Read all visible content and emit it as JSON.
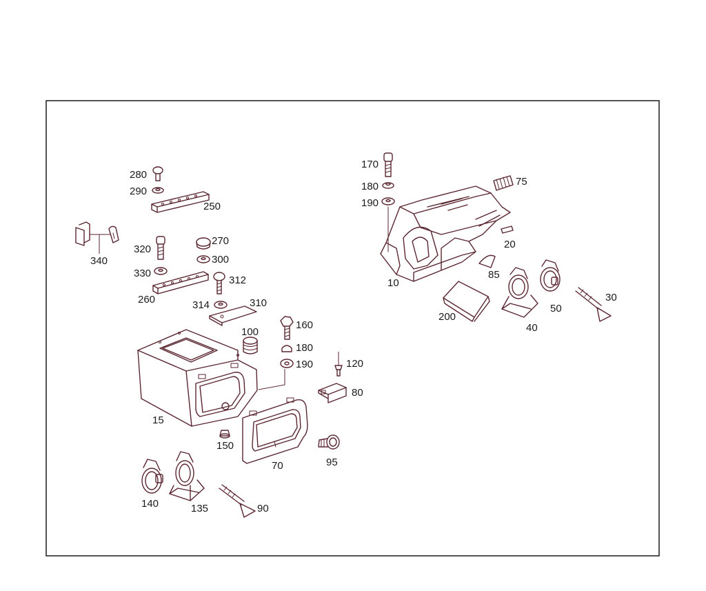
{
  "colors": {
    "outline": "#5a2630",
    "frame": "#1a1a1a",
    "background": "#ffffff"
  },
  "labels": {
    "p10": "10",
    "p15": "15",
    "p20": "20",
    "p30": "30",
    "p40": "40",
    "p50": "50",
    "p70": "70",
    "p75": "75",
    "p80": "80",
    "p85": "85",
    "p90": "90",
    "p95": "95",
    "p100": "100",
    "p120": "120",
    "p135": "135",
    "p140": "140",
    "p150": "150",
    "p160": "160",
    "p170": "170",
    "p180a": "180",
    "p180b": "180",
    "p190a": "190",
    "p190b": "190",
    "p200": "200",
    "p250": "250",
    "p260": "260",
    "p270": "270",
    "p280": "280",
    "p290": "290",
    "p300": "300",
    "p310": "310",
    "p312": "312",
    "p314": "314",
    "p320": "320",
    "p330": "330",
    "p340": "340"
  }
}
